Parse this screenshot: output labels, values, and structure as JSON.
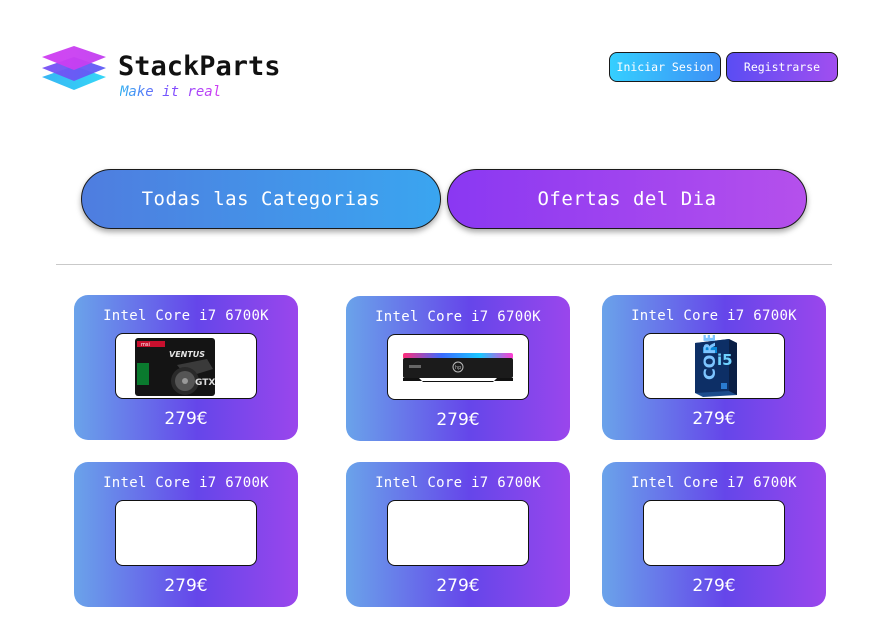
{
  "brand": {
    "name": "StackParts",
    "slogan": "Make it real",
    "logo_icon": "stacked-layers-icon"
  },
  "auth": {
    "login_label": "Iniciar Sesion",
    "register_label": "Registrarse"
  },
  "nav": {
    "all_categories_label": "Todas las Categorias",
    "deals_label": "Ofertas del Dia"
  },
  "products": [
    {
      "name": "Intel Core i7 6700K",
      "price": "279€",
      "image": "graphics-card-image"
    },
    {
      "name": "Intel Core i7 6700K",
      "price": "279€",
      "image": "ram-module-image"
    },
    {
      "name": "Intel Core i7 6700K",
      "price": "279€",
      "image": "cpu-box-image"
    },
    {
      "name": "Intel Core i7 6700K",
      "price": "279€",
      "image": ""
    },
    {
      "name": "Intel Core i7 6700K",
      "price": "279€",
      "image": ""
    },
    {
      "name": "Intel Core i7 6700K",
      "price": "279€",
      "image": ""
    }
  ],
  "colors": {
    "card_gradient_start": "#6aa3ea",
    "card_gradient_end": "#9a46ec",
    "login_gradient": "#35cfff",
    "register_gradient": "#5a4df3"
  }
}
